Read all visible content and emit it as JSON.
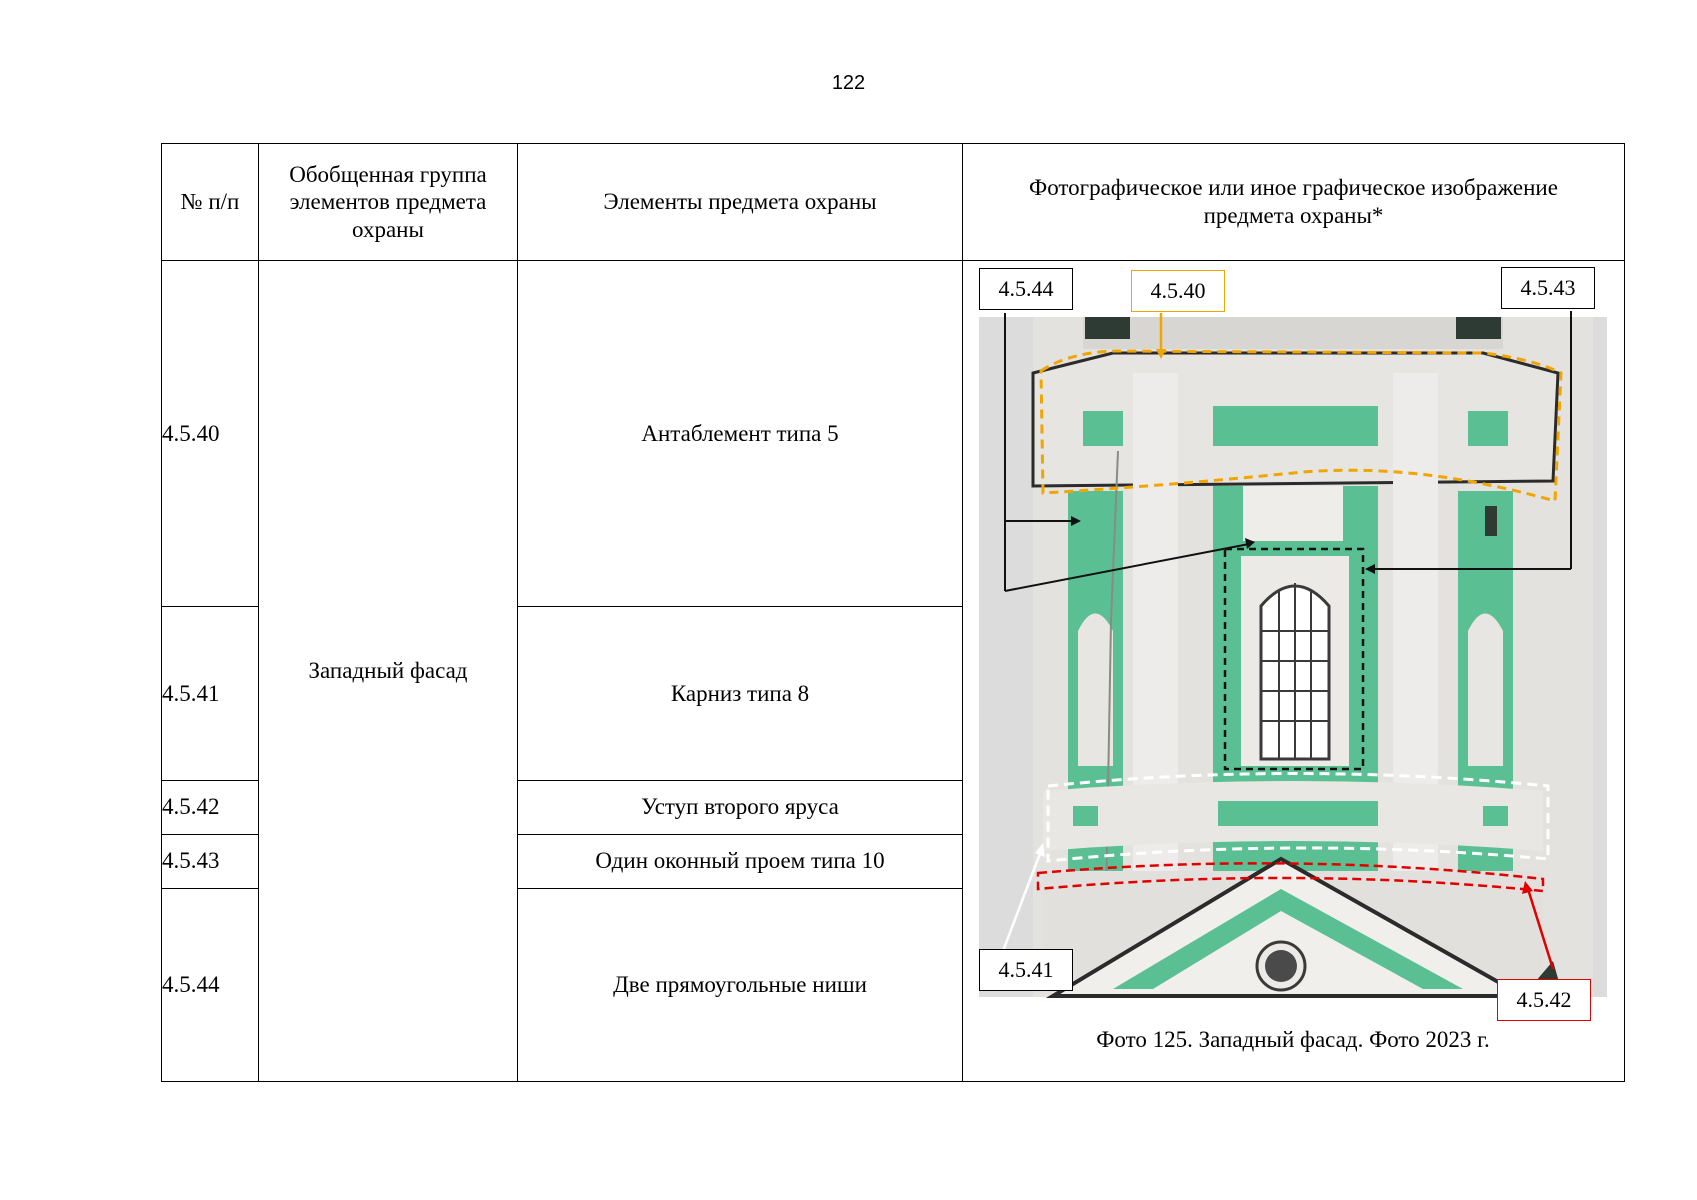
{
  "page_number": "122",
  "table": {
    "headers": {
      "num": "№ п/п",
      "group": "Обобщенная группа элементов предмета охраны",
      "elements": "Элементы предмета охраны",
      "photo": "Фотографическое или иное графическое изображение предмета охраны*"
    },
    "group_value": "Западный фасад",
    "rows": [
      {
        "num": "4.5.40",
        "element": "Антаблемент типа 5"
      },
      {
        "num": "4.5.41",
        "element": "Карниз типа 8"
      },
      {
        "num": "4.5.42",
        "element": "Уступ второго яруса"
      },
      {
        "num": "4.5.43",
        "element": "Один оконный проем типа 10"
      },
      {
        "num": "4.5.44",
        "element": "Две прямоугольные ниши"
      }
    ]
  },
  "photo": {
    "callouts": {
      "c4544": "4.5.44",
      "c4540": "4.5.40",
      "c4543": "4.5.43",
      "c4541": "4.5.41",
      "c4542": "4.5.42"
    },
    "caption": "Фото 125. Западный фасад. Фото 2023 г.",
    "colors": {
      "wall": "#e4e2df",
      "green": "#5bbf94",
      "sky": "#dcdcdc",
      "callout_4540": "#f0a500",
      "callout_4542": "#e00000"
    }
  }
}
